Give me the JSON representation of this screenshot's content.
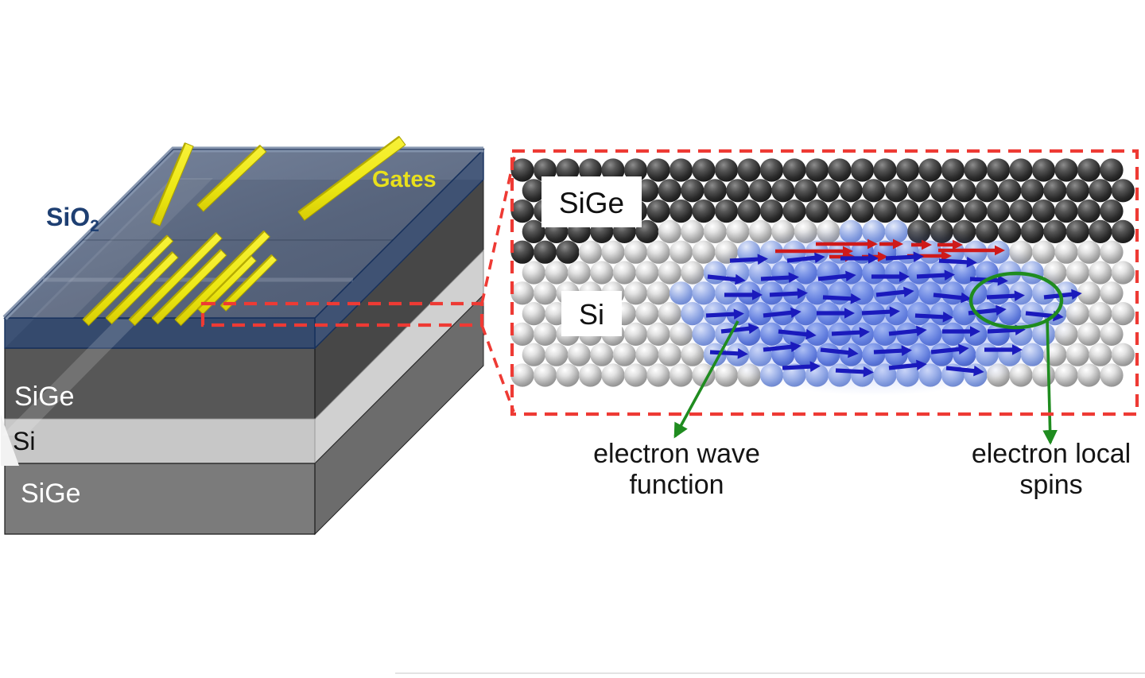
{
  "left_panel": {
    "sio2_label": "SiO",
    "sio2_subscript": "2",
    "gates_label": "Gates",
    "layers": [
      {
        "name": "SiGe"
      },
      {
        "name": "Si"
      },
      {
        "name": "SiGe"
      }
    ]
  },
  "right_panel": {
    "sige_label": "SiGe",
    "si_label": "Si",
    "caption_wave_line1": "electron wave",
    "caption_wave_line2": "function",
    "caption_spins_line1": "electron local",
    "caption_spins_line2": "spins"
  },
  "colors": {
    "slab_top": "#57657f",
    "slab_top_light": "#8493ad",
    "slab_front": "#33496e",
    "slab_side": "#3d5174",
    "slab_edge": "#16305c",
    "sige_top_front": "#575757",
    "sige_top_side": "#474747",
    "si_front": "#c7c7c7",
    "si_side": "#d0d0d0",
    "sige_bottom_front": "#7b7b7b",
    "sige_bottom_side": "#6c6c6c",
    "gate_yellow": "#ece712",
    "gate_edge": "#a9a000",
    "sio2_text_navy": "#1e3f72",
    "gates_text_yellow": "#e8e01c",
    "zoom_dash_red": "#ee3a34",
    "spin_arrow_blue": "#1a1abc",
    "spin_arrow_red": "#cf1a1a",
    "pointer_green": "#1f8c1f",
    "caption_text": "#141414",
    "label_box_bg": "#ffffff",
    "label_box_text": "#111111",
    "dark_atom_core": "#191919",
    "light_atom_core": "#8f8f8f",
    "blob_blue": "#7894ee"
  }
}
